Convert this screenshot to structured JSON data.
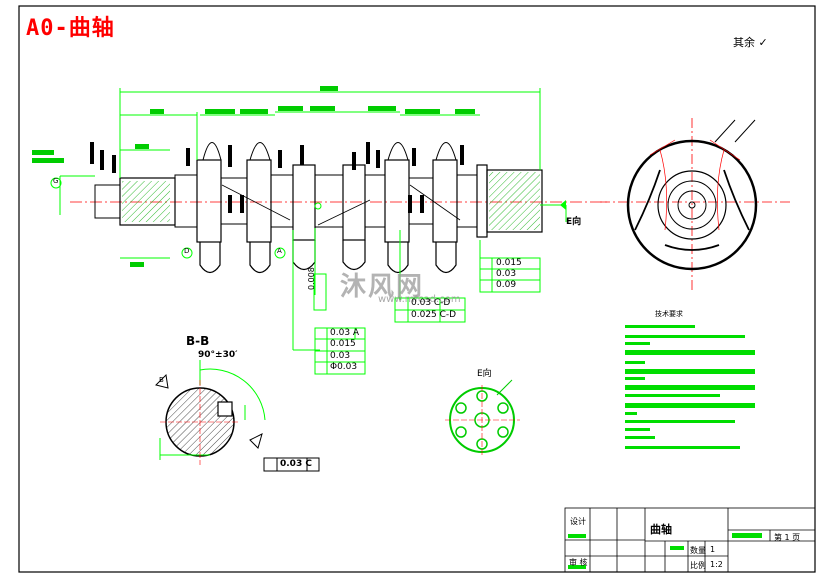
{
  "drawing": {
    "title": "A0-曲轴",
    "roughness": "其余",
    "section_label": "B-B",
    "view_label": "E向",
    "direction_label": "E向",
    "angle_label": "90°±30′",
    "datum_labels": [
      "G",
      "D",
      "A",
      "B"
    ]
  },
  "tolerance_frames": [
    {
      "rows": [
        "0.015",
        "0.03",
        "0.09"
      ]
    },
    {
      "rows": [
        "0.03  C-D",
        "0.025  C-D"
      ]
    },
    {
      "rows": [
        "0.03  A",
        "0.015",
        "0.03",
        "Φ0.03"
      ]
    },
    {
      "rows": [
        "0.03  C"
      ]
    }
  ],
  "side_value": "0.008",
  "tech_notes": {
    "heading": "技术要求"
  },
  "title_block": {
    "part_name": "曲轴",
    "scale_label": "比例",
    "scale_value": "1:2",
    "qty_label": "数量",
    "qty_value": "1",
    "sheet_text": "第 1 页",
    "design_label": "设计",
    "check_label": "审 核"
  },
  "watermark": {
    "text": "沐风网",
    "url": "www.mfcad.com"
  },
  "colors": {
    "dimension": "#00ff00",
    "outline": "#000000",
    "centerline": "#ff0000",
    "background": "#ffffff"
  }
}
